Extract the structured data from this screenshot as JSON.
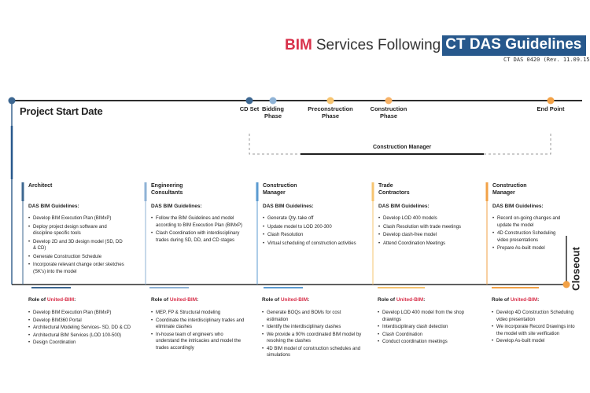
{
  "title": {
    "bim": "BIM",
    "middle": "Services Following",
    "boxed": "CT DAS Guidelines",
    "subtitle": "CT DAS 0420 (Rev. 11.09.15)"
  },
  "timeline": {
    "start_label": "Project Start Date",
    "milestones": [
      {
        "label": "CD Set",
        "color": "#3d6791"
      },
      {
        "label": "Bidding\nPhase",
        "color": "#8fb3d6"
      },
      {
        "label": "Preconstruction\nPhase",
        "color": "#f6c470"
      },
      {
        "label": "Construction\nPhase",
        "color": "#f7b267"
      },
      {
        "label": "End Point",
        "color": "#f2a146"
      }
    ],
    "construction_manager_label": "Construction Manager",
    "closeout_label": "Closeout"
  },
  "columns": [
    {
      "heading": "Architect",
      "color": "#3d6791",
      "guidelines_label": "DAS BIM Guidelines:",
      "items": [
        "Develop BIM Execution Plan (BIMxP)",
        "Deploy project design software and discipline specific tools",
        "Develop 2D and 3D design model (SD, DD & CD)",
        "Generate Construction Schedule",
        "Incorporate relevant change order sketches (SK's) into the model"
      ],
      "role_prefix": "Role of ",
      "role_brand": "United-BIM",
      "role_suffix": ":",
      "role_items": [
        "Develop BIM Execution Plan (BIMxP)",
        "Develop BIM360 Portal",
        "Architectural Modeling Services- SD, DD & CD",
        "Architectural BIM Services (LOD 100-500)",
        "Design Coordination"
      ]
    },
    {
      "heading": "Engineering\nConsultants",
      "color": "#8fb3d6",
      "guidelines_label": "DAS BIM Guidelines:",
      "items": [
        "Follow the BIM Guidelines and model according to BIM Execution Plan (BIMxP)",
        "Clash Coordination with interdisciplinary trades during SD, DD, and CD stages"
      ],
      "role_prefix": "Role of ",
      "role_brand": "United-BIM",
      "role_suffix": ":",
      "role_items": [
        "MEP, FP & Structural modeling",
        "Coordinate the interdisciplinary trades and eliminate clashes",
        "In-house team of engineers who understand the intricacies and model the trades accordingly"
      ]
    },
    {
      "heading": "Construction\nManager",
      "color": "#5b9bd1",
      "guidelines_label": "DAS BIM Guidelines:",
      "items": [
        "Generate Qty. take off",
        "Update model to LOD 200-300",
        "Clash Resolution",
        "Virtual scheduling of construction activities"
      ],
      "role_prefix": "Role of ",
      "role_brand": "United-BIM",
      "role_suffix": ":",
      "role_items": [
        "Generate BOQs and BOMs for cost estimation",
        "Identify the interdisciplinary clashes",
        "We provide a 90% coordinated BIM model by resolving the clashes",
        "4D BIM model of construction schedules and simulations"
      ]
    },
    {
      "heading": "Trade\nContractors",
      "color": "#f6c470",
      "guidelines_label": "DAS BIM Guidelines:",
      "items": [
        "Develop LOD 400 models",
        "Clash Resolution with trade meetings",
        "Develop clash-free model",
        "Attend Coordination Meetings"
      ],
      "role_prefix": "Role of ",
      "role_brand": "United-BIM",
      "role_suffix": ":",
      "role_items": [
        "Develop LOD 400 model from the shop drawings",
        "Interdisciplinary clash detection",
        "Clash Coordination",
        "Conduct coordination meetings"
      ]
    },
    {
      "heading": "Construction\nManager",
      "color": "#f2a146",
      "guidelines_label": "DAS BIM Guidelines:",
      "items": [
        "Record on-going changes and update the model",
        "4D Construction Scheduling video presentations",
        "Prepare As-built model"
      ],
      "role_prefix": "Role of ",
      "role_brand": "United-BIM",
      "role_suffix": ":",
      "role_items": [
        "Develop 4D Construction Scheduling video presentation",
        "We incorporate Record Drawings into the model with site verification",
        "Develop As-built model"
      ]
    }
  ]
}
